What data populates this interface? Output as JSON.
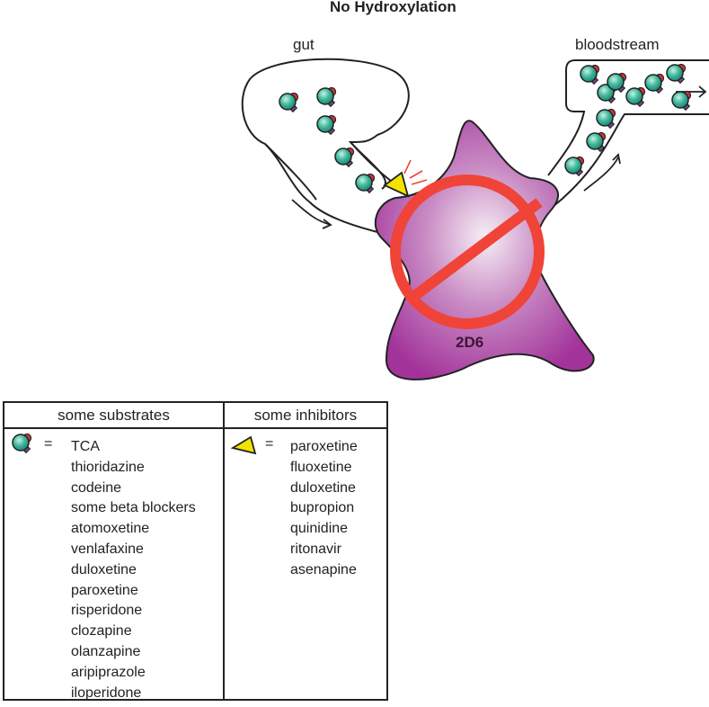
{
  "diagram": {
    "title": "No Hydroxylation",
    "labels": {
      "gut": "gut",
      "bloodstream": "bloodstream",
      "enzyme": "2D6"
    },
    "icons": {
      "substrate": "substrate-molecule-icon",
      "inhibitor": "inhibitor-triangle-icon",
      "prohibited": "prohibition-sign-icon"
    },
    "colors": {
      "enzyme": "#a2339a",
      "enzyme_light": "#f2e6f2",
      "prohibition": "#ef4437",
      "molecule": "#2aa88f",
      "molecule_red": "#d8323a",
      "molecule_purple": "#7d4b8c",
      "inhibitor": "#f3e400"
    }
  },
  "legend": {
    "substrates": {
      "header": "some substrates",
      "equals": "=",
      "items": [
        "TCA",
        "thioridazine",
        "codeine",
        "some beta blockers",
        "atomoxetine",
        "venlafaxine",
        "duloxetine",
        "paroxetine",
        "risperidone",
        "clozapine",
        "olanzapine",
        "aripiprazole",
        "iloperidone"
      ]
    },
    "inhibitors": {
      "header": "some inhibitors",
      "equals": "=",
      "items": [
        "paroxetine",
        "fluoxetine",
        "duloxetine",
        "bupropion",
        "quinidine",
        "ritonavir",
        "asenapine"
      ]
    }
  }
}
